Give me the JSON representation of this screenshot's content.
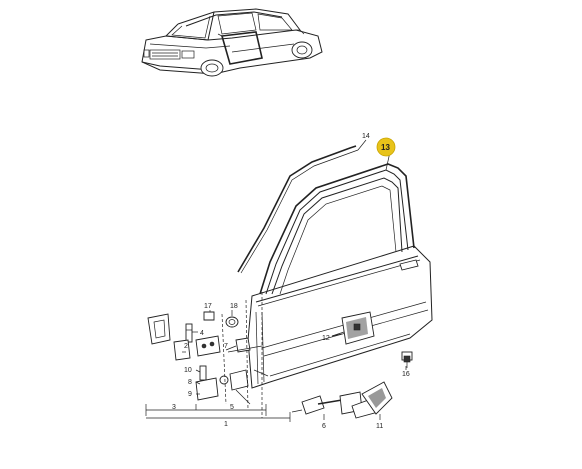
{
  "callouts": {
    "c1": "1",
    "c2": "2",
    "c3": "3",
    "c4": "4",
    "c5": "5",
    "c6": "6",
    "c7": "7",
    "c8": "8",
    "c9": "9",
    "c10": "10",
    "c11": "11",
    "c12": "12",
    "c13": "13",
    "c14": "14",
    "c16": "16",
    "c17": "17",
    "c18": "18"
  },
  "highlight": {
    "label": "13",
    "color": "#e8c31a"
  }
}
